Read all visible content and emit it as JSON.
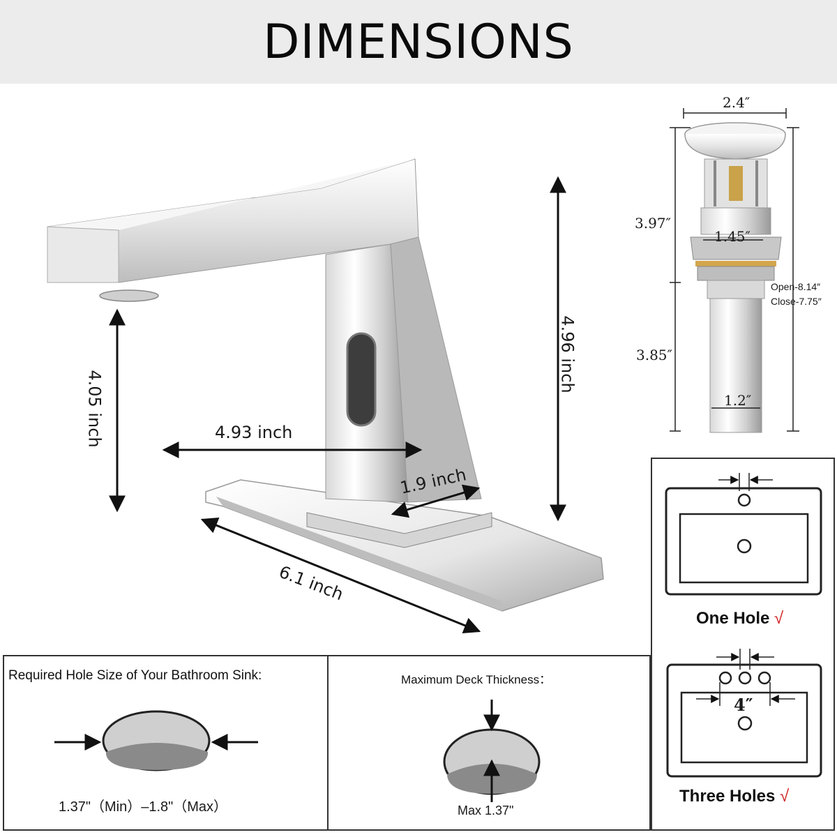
{
  "title": "DIMENSIONS",
  "faucet": {
    "height_spout": "4.05 inch",
    "height_total": "4.96 inch",
    "reach": "4.93 inch",
    "body_width": "1.9 inch",
    "plate_length": "6.1 inch"
  },
  "drain": {
    "top_width": "2.4″",
    "upper_height": "3.97″",
    "upper_width": "1.45″",
    "lower_height": "3.85″",
    "pipe_width": "1.2″",
    "open": "Open-8.14″",
    "close": "Close-7.75″"
  },
  "hole_size": {
    "title": "Required Hole Size of Your Bathroom Sink:",
    "range": "1.37\"（Min）–1.8\"（Max）"
  },
  "deck": {
    "title": "Maximum Deck Thickness：",
    "max": "Max 1.37\""
  },
  "sinks": {
    "one_hole": "One Hole",
    "three_holes": "Three Holes",
    "spacing": "4″",
    "check": "√"
  },
  "colors": {
    "chrome_light": "#f2f2f2",
    "chrome_mid": "#cfcfcf",
    "chrome_dark": "#8a8a8a",
    "check": "#d02020"
  }
}
